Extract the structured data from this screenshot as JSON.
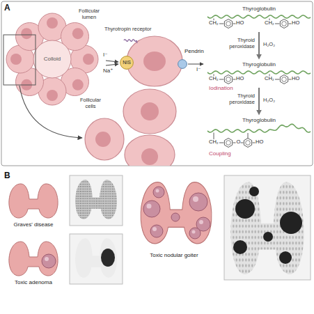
{
  "diagram": {
    "nodes": [
      {
        "text": [
          "NIS"
        ]
      },
      {
        "text": [
          "Pendrin"
        ]
      }
    ],
    "labels": [
      "A",
      "Follicular lumen",
      "Colloid",
      "Follicular cells",
      "Thyrotropin receptor",
      "I⁻",
      "Na⁺",
      "I⁻",
      "Thyroglobulin",
      "CH₂",
      "HO",
      "CH₂",
      "HO",
      "Thyroid peroxidase",
      "H₂O₂",
      "Thyroglobulin",
      "CH₂",
      "HO",
      "CH₂",
      "HO",
      "Iodination",
      "Thyroid peroxidase",
      "H₂O₂",
      "Thyroglobulin",
      "CH₂",
      "O",
      "HO",
      "Coupling",
      "B",
      "Graves' disease",
      "Toxic adenoma",
      "Toxic nodular goiter"
    ]
  }
}
